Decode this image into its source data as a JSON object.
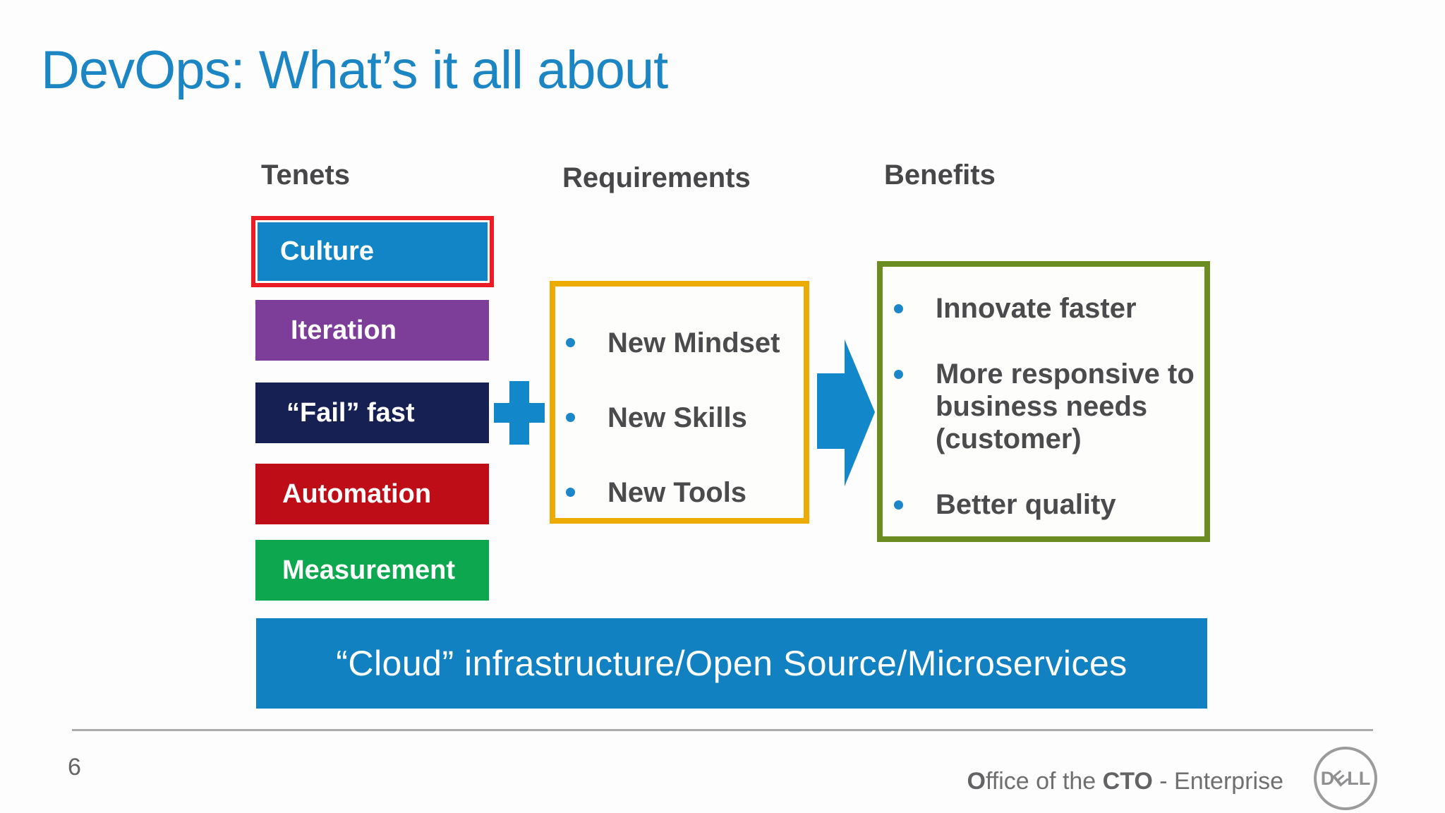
{
  "slide": {
    "title": "DevOps: What’s it all about",
    "columns": {
      "tenets": {
        "label": "Tenets",
        "boxes": [
          {
            "label": "Culture",
            "bg": "#1285c6",
            "border": "#ec1c24"
          },
          {
            "label": "Iteration",
            "bg": "#7c3e98"
          },
          {
            "label": "“Fail” fast",
            "bg": "#172052"
          },
          {
            "label": "Automation",
            "bg": "#bf0d17"
          },
          {
            "label": "Measurement",
            "bg": "#0ca74e"
          }
        ]
      },
      "requirements": {
        "label": "Requirements",
        "border_color": "#edaa00",
        "items": [
          "New Mindset",
          "New Skills",
          "New Tools"
        ]
      },
      "benefits": {
        "label": "Benefits",
        "border_color": "#6b8c21",
        "items": [
          "Innovate faster",
          "More responsive to business needs (customer)",
          "Better quality"
        ]
      }
    },
    "icons": {
      "plus": "plus-icon",
      "arrow": "arrow-right-icon",
      "bullet_color": "#1b87c9",
      "accent_blue": "#1287c9"
    },
    "banner": {
      "text": "“Cloud” infrastructure/Open Source/Microservices",
      "bg": "#1181c2"
    },
    "footer": {
      "page": "6",
      "credit": [
        {
          "text": "O",
          "bold": true
        },
        {
          "text": "ffice of the ",
          "bold": false
        },
        {
          "text": "CTO",
          "bold": true
        },
        {
          "text": " - Enterprise",
          "bold": false
        }
      ],
      "logo": {
        "name": "dell-logo",
        "letters": [
          "D",
          "E",
          "L",
          "L"
        ]
      }
    }
  }
}
